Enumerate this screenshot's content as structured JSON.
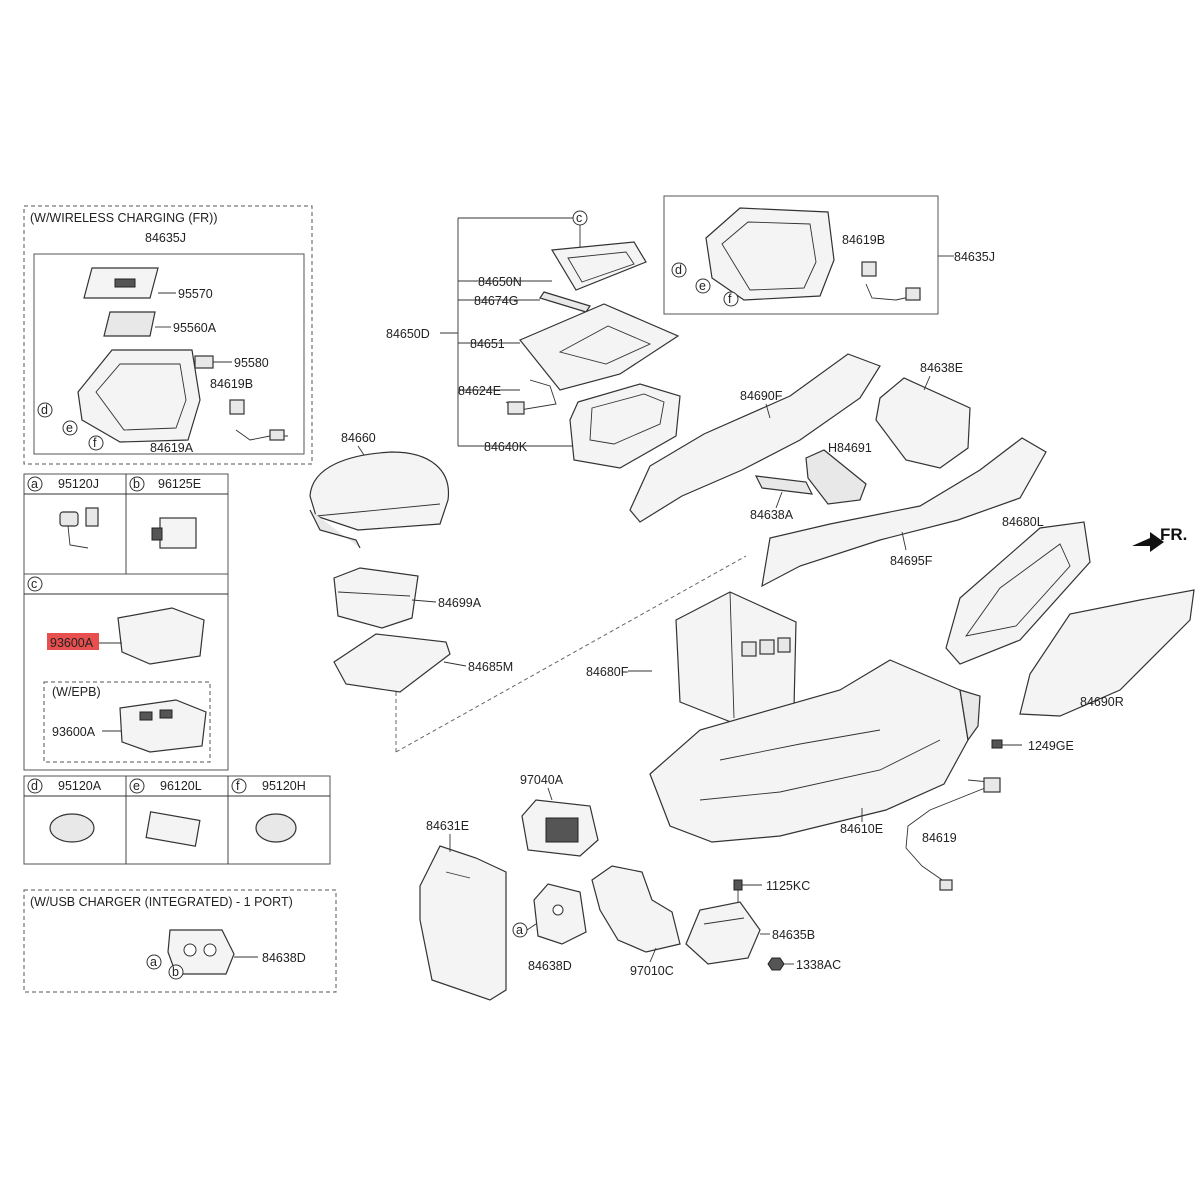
{
  "fr_arrow": "FR.",
  "wireless_box": {
    "title": "(W/WIRELESS CHARGING (FR))",
    "assembly": "84635J",
    "parts": [
      "95570",
      "95560A",
      "95580",
      "84619B",
      "84619A"
    ],
    "refs": [
      "d",
      "e",
      "f"
    ]
  },
  "top_right_box": {
    "parts": [
      "84619B",
      "84635J"
    ],
    "refs": [
      "d",
      "e",
      "f"
    ]
  },
  "legend": {
    "a": {
      "ref": "a",
      "part": "95120J"
    },
    "b": {
      "ref": "b",
      "part": "96125E"
    },
    "c": {
      "ref": "c",
      "part": "93600A"
    },
    "epb": {
      "title": "(W/EPB)",
      "part": "93600A"
    },
    "d": {
      "ref": "d",
      "part": "95120A"
    },
    "e": {
      "ref": "e",
      "part": "96120L"
    },
    "f": {
      "ref": "f",
      "part": "95120H"
    }
  },
  "usb_box": {
    "title": "(W/USB CHARGER (INTEGRATED) - 1 PORT)",
    "part": "84638D",
    "refs": [
      "a",
      "b"
    ]
  },
  "main_labels": {
    "c_ref": "c",
    "n84650N": "84650N",
    "n84674G": "84674G",
    "n84650D": "84650D",
    "n84651": "84651",
    "n84624E": "84624E",
    "n84640K": "84640K",
    "n84660": "84660",
    "n84699A": "84699A",
    "n84685M": "84685M",
    "n84690F": "84690F",
    "n84638E": "84638E",
    "nH84691": "H84691",
    "n84638A": "84638A",
    "n84695F": "84695F",
    "n84680L": "84680L",
    "n84680F": "84680F",
    "n84690R": "84690R",
    "n1249GE": "1249GE",
    "n84610E": "84610E",
    "n84619": "84619",
    "n97040A": "97040A",
    "n84631E": "84631E",
    "n1125KC": "1125KC",
    "n84635B": "84635B",
    "n1338AC": "1338AC",
    "n84638D": "84638D",
    "n97010C": "97010C",
    "a_ref": "a"
  },
  "highlight_color": "#e84f4f"
}
